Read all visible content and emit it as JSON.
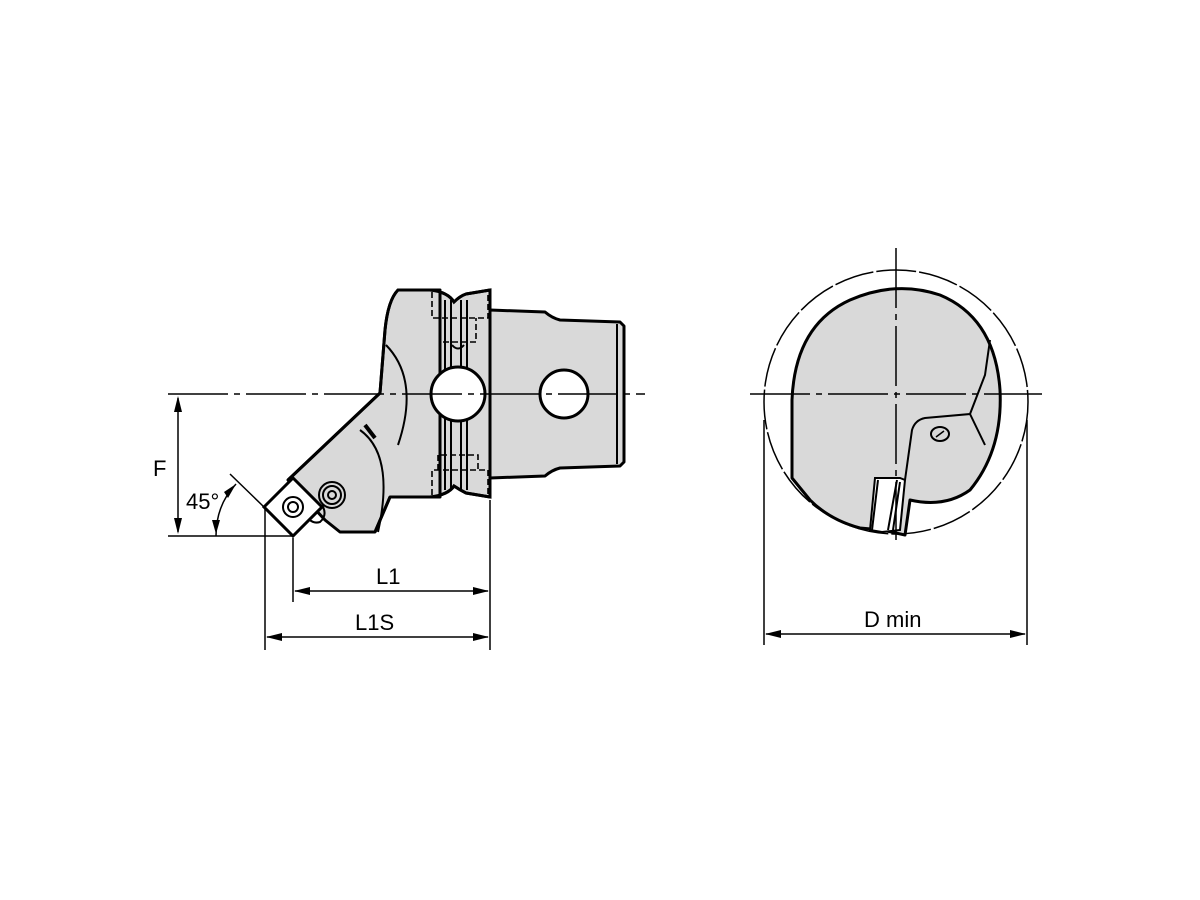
{
  "drawing": {
    "title": "Boring bar cutting unit - side view and end view",
    "views": [
      "side-view",
      "end-view"
    ],
    "body_color": "#d9d9d9",
    "line_color": "#000000"
  },
  "dimensions": {
    "F": "F",
    "angle": "45°",
    "L1": "L1",
    "L1S": "L1S",
    "D_min": "D min"
  }
}
